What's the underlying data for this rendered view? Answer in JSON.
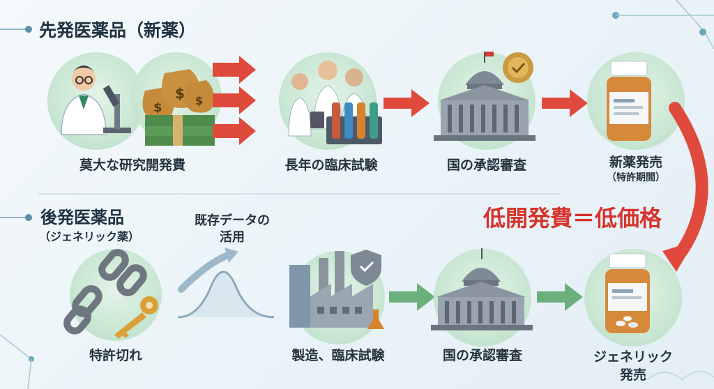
{
  "top": {
    "title": "先発医薬品（新薬）",
    "steps": [
      "莫大な研究開発費",
      "長年の臨床試験",
      "国の承認審査",
      "新薬発売"
    ],
    "last_sub": "（特許期間）"
  },
  "bottom": {
    "title": "後発医薬品",
    "title_sub": "（ジェネリック薬）",
    "steps": [
      "特許切れ",
      "製造、臨床試験",
      "国の承認審査"
    ],
    "data_label_1": "既存データの",
    "data_label_2": "活用",
    "last_1": "ジェネリック",
    "last_2": "発売"
  },
  "highlight": "低開発費＝低価格",
  "colors": {
    "red_arrow": "#e04a3c",
    "green_arrow": "#6bb07c",
    "accent": "#d5332b"
  }
}
